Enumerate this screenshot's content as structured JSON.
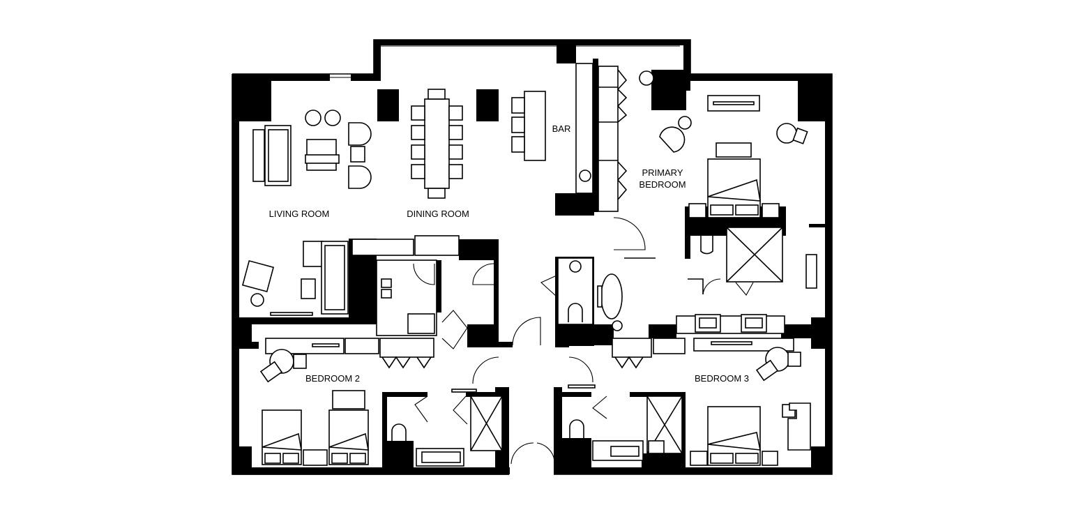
{
  "rooms": {
    "living": "LIVING ROOM",
    "dining": "DINING ROOM",
    "bar": "BAR",
    "primary_line1": "PRIMARY",
    "primary_line2": "BEDROOM",
    "bedroom2": "BEDROOM 2",
    "bedroom3": "BEDROOM 3"
  }
}
